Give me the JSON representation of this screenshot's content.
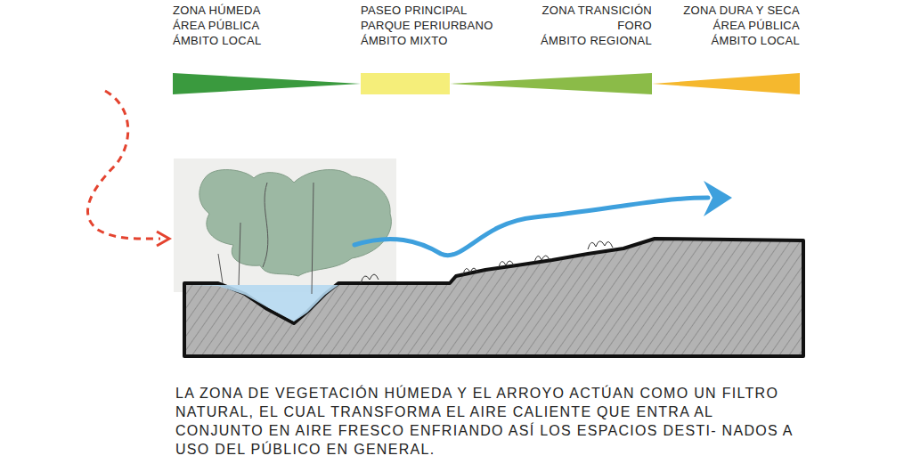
{
  "diagram": {
    "caption": "LA ZONA DE VEGETACIÓN HÚMEDA Y EL ARROYO ACTÚAN COMO UN FILTRO NATURAL, EL CUAL TRANSFORMA EL AIRE CALIENTE QUE ENTRA AL CONJUNTO EN AIRE FRESCO ENFRIANDO ASÍ LOS ESPACIOS DESTI- NADOS A USO DEL PÚBLICO EN GENERAL.",
    "labels": [
      "ZONA HÚMEDA",
      "ÁREA PÚBLICA",
      "ÁMBITO LOCAL",
      "PASEO PRINCIPAL",
      "PARQUE PERIURBANO",
      "ÁMBITO MIXTO",
      "ZONA TRANSICIÓN",
      "FORO",
      "ÁMBITO REGIONAL",
      "ZONA DURA Y SECA",
      "ÁREA PÚBLICA",
      "ÁMBITO LOCAL"
    ]
  }
}
